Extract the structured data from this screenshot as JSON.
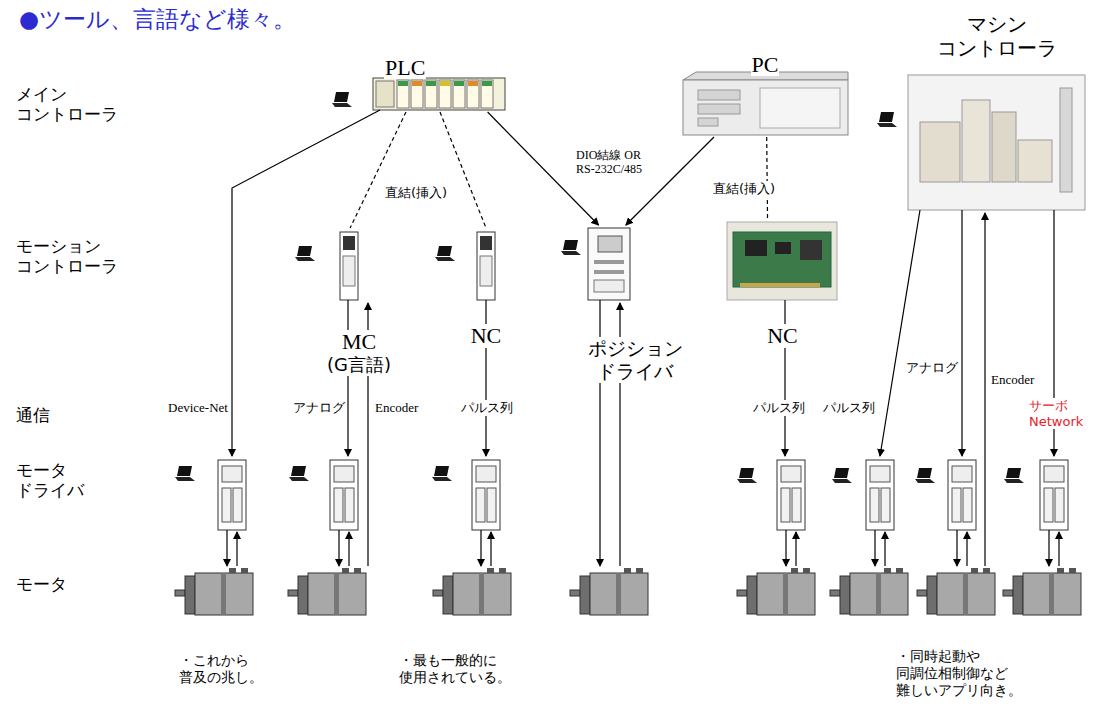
{
  "diagram": {
    "title": "●ツール、言語など様々。",
    "nodes": [
      {
        "text": [
          "PLC"
        ]
      },
      {
        "text": [
          "PC"
        ]
      },
      {
        "text": [
          "マシン コントローラ"
        ]
      },
      {
        "text": [
          "MC",
          "(G言語)"
        ]
      },
      {
        "text": [
          "NC"
        ]
      },
      {
        "text": [
          "ポジション ドライバ"
        ]
      },
      {
        "text": [
          "NC"
        ]
      }
    ],
    "edges": [
      {
        "from": 0,
        "to": 3,
        "arrow": "none"
      },
      {
        "from": 0,
        "to": 4,
        "arrow": "none"
      },
      {
        "from": 0,
        "to": 5,
        "label": "DIO結線 OR RS-232C/485",
        "arrow": "to"
      },
      {
        "from": 1,
        "to": 5,
        "arrow": "to"
      },
      {
        "from": 1,
        "to": 6,
        "arrow": "none"
      }
    ],
    "labels": [
      "メイン コントローラ",
      "モーション コントローラ",
      "通信",
      "モータ ドライバ",
      "モータ",
      "直結(挿入)",
      "直結(挿入)",
      "Device-Net",
      "アナログ",
      "Encoder",
      "パルス列",
      "パルス列",
      "パルス列",
      "アナログ",
      "Encoder",
      "サーボ Network",
      "・これから 普及の兆し。",
      "・最も一般的に 使用されている。",
      "・同時起動や 同調位相制御など 難しいアプリ向き。"
    ]
  }
}
